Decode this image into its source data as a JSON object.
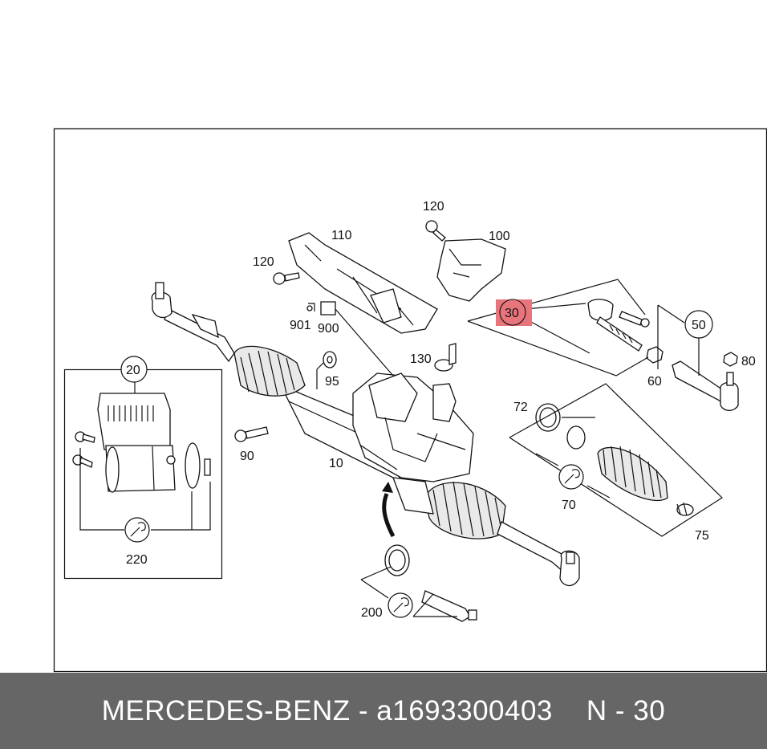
{
  "diagram": {
    "labels": {
      "p10": "10",
      "p20": "20",
      "p30": "30",
      "p50": "50",
      "p60": "60",
      "p70": "70",
      "p72": "72",
      "p75": "75",
      "p80": "80",
      "p90": "90",
      "p95": "95",
      "p100": "100",
      "p110": "110",
      "p120a": "120",
      "p120b": "120",
      "p130": "130",
      "p200": "200",
      "p220": "220",
      "p900": "900",
      "p901": "901"
    },
    "highlight_color": "#e8747c"
  },
  "footer": {
    "brand": "MERCEDES-BENZ",
    "dash": "-",
    "part_number": "a1693300403",
    "position": "N - 30"
  }
}
